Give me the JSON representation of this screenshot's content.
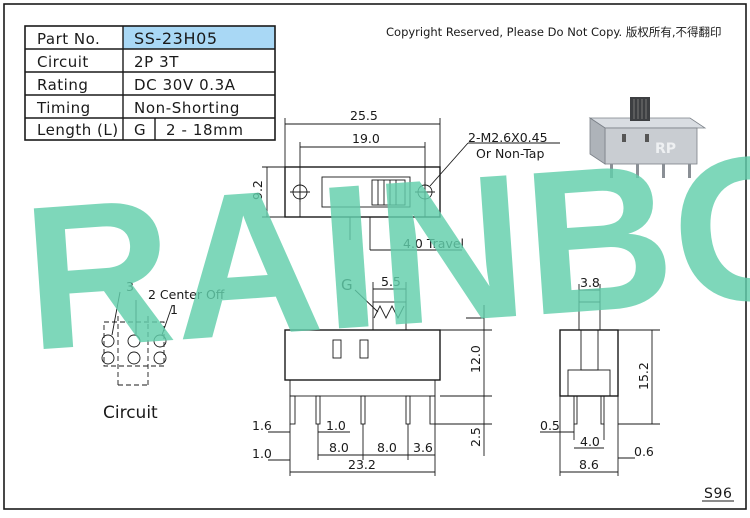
{
  "colors": {
    "border": "#1a1a1a",
    "header_fill": "#a9d8f5",
    "watermark": "#62cfac"
  },
  "spec_table": {
    "rows": [
      {
        "label": "Part No.",
        "value": "SS-23H05"
      },
      {
        "label": "Circuit",
        "value": "2P 3T"
      },
      {
        "label": "Rating",
        "value": "DC 30V 0.3A"
      },
      {
        "label": "Timing",
        "value": "Non-Shorting"
      },
      {
        "label": "Length (L)",
        "value_prefix": "G",
        "value": "2 - 18mm"
      }
    ]
  },
  "copyright": "Copyright Reserved, Please Do Not Copy. 版权所有,不得翻印",
  "watermark": "RAINBOW",
  "photo_logo": "RP",
  "circuit": {
    "title": "Circuit",
    "label_3": "3",
    "label_1": "1",
    "center_off": "2 Center Off"
  },
  "dimensions": {
    "top_width": "25.5",
    "hole_spacing": "19.0",
    "height_top": "9.2",
    "screw": "2-M2.6X0.45",
    "screw_note": "Or Non-Tap",
    "travel": "4.0 Travel",
    "g_label": "G",
    "actuator_width": "5.5",
    "body_height": "12.0",
    "pin_length": "2.5",
    "pin_width_left": "1.6",
    "pin_thickness": "1.0",
    "pin_mid_width": "1.0",
    "pitch_1": "8.0",
    "pitch_2": "8.0",
    "edge_pitch": "3.6",
    "total_width": "23.2",
    "side_actuator": "3.8",
    "side_height": "15.2",
    "side_pin": "0.5",
    "side_pitch": "4.0",
    "side_pin_thick": "0.6",
    "side_width": "8.6"
  },
  "page_code": "S96"
}
